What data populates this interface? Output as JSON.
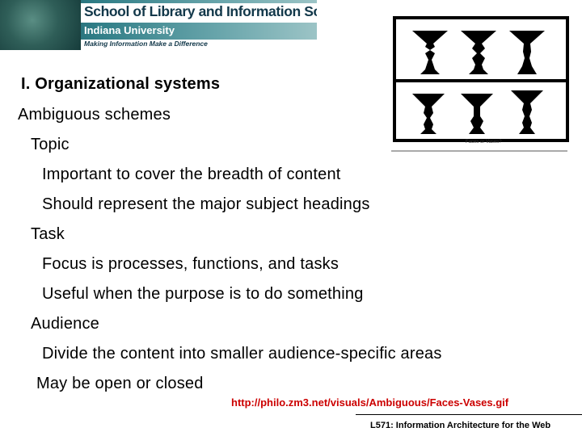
{
  "banner": {
    "school": "School of Library and Information Science",
    "university": "Indiana University",
    "tagline": "Making Information Make a Difference"
  },
  "figure": {
    "caption": "Faces or Vases?"
  },
  "slide": {
    "heading": "I.  Organizational systems",
    "lines": [
      "Ambiguous schemes",
      "Topic",
      "Important to cover the breadth of content",
      "Should represent the major subject headings",
      "Task",
      "Focus is processes, functions, and tasks",
      "Useful when the purpose is to do something",
      "Audience",
      "Divide the content into smaller audience-specific areas",
      "May be open or closed"
    ]
  },
  "source_url": "http://philo.zm3.net/visuals/Ambiguous/Faces-Vases.gif",
  "footer": "L571: Information Architecture for the Web"
}
